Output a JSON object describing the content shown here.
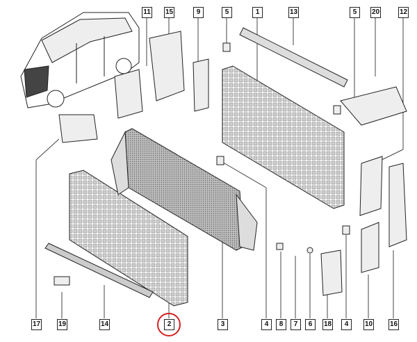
{
  "title": "Radiator cooling assembly parts diagram",
  "highlight_color": "#d42020",
  "top_callouts": [
    "11",
    "15",
    "9",
    "5",
    "1",
    "13",
    "5",
    "20",
    "12"
  ],
  "bottom_callouts": [
    "17",
    "19",
    "14",
    "2",
    "3",
    "4",
    "8",
    "7",
    "6",
    "18",
    "4",
    "10",
    "16"
  ],
  "highlighted_callout": "2"
}
